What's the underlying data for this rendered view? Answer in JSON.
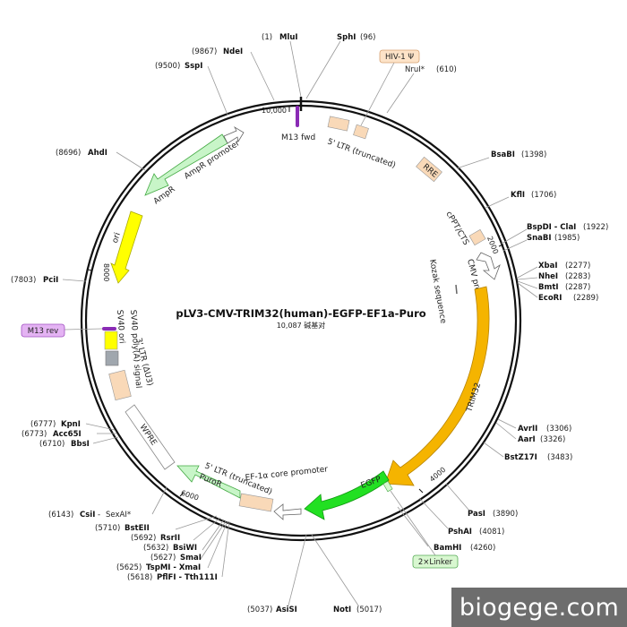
{
  "title": "pLV3-CMV-TRIM32(human)-EGFP-EF1a-Puro",
  "subtitle": "10,087 碱基对",
  "watermark": "biogege.com",
  "colors": {
    "backbone": "#111111",
    "orange": "#f5b400",
    "green": "#22e022",
    "light_green": "#c8f5c8",
    "yellow": "#ffff00",
    "tan": "#f9d9b8",
    "purple": "#8a2bb5",
    "gray": "#a0a7ae",
    "m13_box": "#e4b3f3",
    "hiv_box": "#fde3c8",
    "linker_box": "#d8f7d0"
  },
  "ticks": [
    "10,000",
    "2000",
    "4000",
    "6000",
    "8000"
  ],
  "features": [
    {
      "name": "M13 fwd"
    },
    {
      "name": "5' LTR (truncated)"
    },
    {
      "name": "RRE"
    },
    {
      "name": "cPPT/CTS"
    },
    {
      "name": "CMV promoter"
    },
    {
      "name": "Kozak sequence"
    },
    {
      "name": "TRIM32"
    },
    {
      "name": "EGFP"
    },
    {
      "name": "EF-1α core promoter"
    },
    {
      "name": "PuroR"
    },
    {
      "name": "5' LTR (truncated)"
    },
    {
      "name": "WPRE"
    },
    {
      "name": "3' LTR (ΔU3)"
    },
    {
      "name": "SV40 poly(A) signal"
    },
    {
      "name": "SV40 ori"
    },
    {
      "name": "ori"
    },
    {
      "name": "AmpR"
    },
    {
      "name": "AmpR promoter"
    }
  ],
  "tags": {
    "hiv": "HIV-1 Ψ",
    "m13rev": "M13 rev",
    "linker": "2×Linker"
  },
  "sites": [
    {
      "name": "MluI",
      "pos": "(1)"
    },
    {
      "name": "SphI",
      "pos": "(96)"
    },
    {
      "name": "NruI*",
      "pos": "(610)"
    },
    {
      "name": "BsaBI",
      "pos": "(1398)"
    },
    {
      "name": "KflI",
      "pos": "(1706)"
    },
    {
      "name": "BspDI - ClaI",
      "pos": "(1922)"
    },
    {
      "name": "SnaBI",
      "pos": "(1985)"
    },
    {
      "name": "XbaI",
      "pos": "(2277)"
    },
    {
      "name": "NheI",
      "pos": "(2283)"
    },
    {
      "name": "BmtI",
      "pos": "(2287)"
    },
    {
      "name": "EcoRI",
      "pos": "(2289)"
    },
    {
      "name": "AvrII",
      "pos": "(3306)"
    },
    {
      "name": "AarI",
      "pos": "(3326)"
    },
    {
      "name": "BstZ17I",
      "pos": "(3483)"
    },
    {
      "name": "PasI",
      "pos": "(3890)"
    },
    {
      "name": "PshAI",
      "pos": "(4081)"
    },
    {
      "name": "BamHI",
      "pos": "(4260)"
    },
    {
      "name": "NotI",
      "pos": "(5017)"
    },
    {
      "name": "AsiSI",
      "pos": "(5037)"
    },
    {
      "name": "PflFI - Tth111I",
      "pos": "(5618)"
    },
    {
      "name": "TspMI - XmaI",
      "pos": "(5625)"
    },
    {
      "name": "SmaI",
      "pos": "(5627)"
    },
    {
      "name": "BsiWI",
      "pos": "(5632)"
    },
    {
      "name": "RsrII",
      "pos": "(5692)"
    },
    {
      "name": "BstEII",
      "pos": "(5710)"
    },
    {
      "name": "CsiI",
      "pos": "(6143)",
      "extra": "SexAI*"
    },
    {
      "name": "BbsI",
      "pos": "(6710)"
    },
    {
      "name": "Acc65I",
      "pos": "(6773)"
    },
    {
      "name": "KpnI",
      "pos": "(6777)"
    },
    {
      "name": "PciI",
      "pos": "(7803)"
    },
    {
      "name": "AhdI",
      "pos": "(8696)"
    },
    {
      "name": "SspI",
      "pos": "(9500)"
    },
    {
      "name": "NdeI",
      "pos": "(9867)"
    }
  ]
}
